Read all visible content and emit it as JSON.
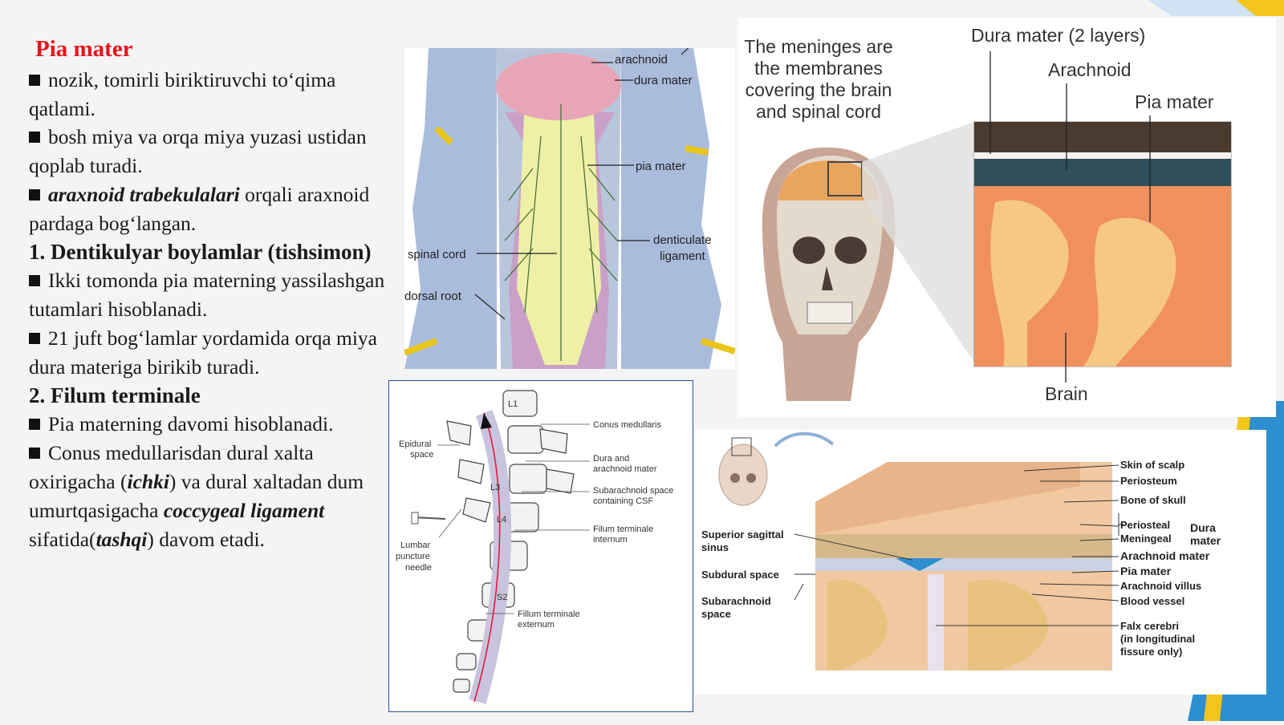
{
  "slide": {
    "title": "Pia mater",
    "p1_text": "nozik, tomirli biriktiruvchi to‘qima qatlami.",
    "p2_text": "bosh miya va orqa miya yuzasi ustidan qoplab turadi.",
    "p3_em": "araxnoid trabekulalari",
    "p3_rest": " orqali araxnoid pardaga bog‘langan.",
    "h1": "1. Dentikulyar boylamlar (tishsimon)",
    "p4_text": "Ikki tomonda pia materning yassilashgan tutamlari hisoblanadi.",
    "p5_text": "21 juft bog‘lamlar yordamida orqa miya dura materiga birikib turadi.",
    "h2": "2. Filum terminale",
    "p6_text": "Pia materning davomi hisoblanadi.",
    "p7_a": "Conus medullarisdan dural xalta oxirigacha (",
    "p7_em1": "ichki",
    "p7_b": ") va dural xaltadan dum umurtqasigacha ",
    "p7_em2": "coccygeal ligament",
    "p7_c": " sifatida(",
    "p7_em3": "tashqi",
    "p7_d": ") davom etadi."
  },
  "fig_spinal": {
    "arachnoid": "arachnoid",
    "dura_mater": "dura mater",
    "pia_mater": "pia mater",
    "spinal_cord": "spinal cord",
    "denticulate_1": "denticulate",
    "denticulate_2": "ligament",
    "dorsal_root": "dorsal root"
  },
  "fig_lumbar": {
    "l1": "L1",
    "l3": "L3",
    "l4": "L4",
    "s2": "S2",
    "conus": "Conus medullaris",
    "dura_1": "Dura and",
    "dura_2": "arachnoid mater",
    "sub_1": "Subarachnoid space",
    "sub_2": "containing CSF",
    "fti_1": "Filum terminale",
    "fti_2": "internum",
    "fte_1": "Fillum terminale",
    "fte_2": "externum",
    "epi_1": "Epidural",
    "epi_2": "space",
    "lp_1": "Lumbar",
    "lp_2": "puncture",
    "lp_3": "needle"
  },
  "fig_head": {
    "caption_1": "The meninges are",
    "caption_2": "the membranes",
    "caption_3": "covering the brain",
    "caption_4": "and spinal cord",
    "dura": "Dura mater (2 layers)",
    "arachnoid": "Arachnoid",
    "pia": "Pia mater",
    "brain": "Brain"
  },
  "fig_section": {
    "scalp": "Skin of scalp",
    "periosteum": "Periosteum",
    "bone": "Bone of skull",
    "periosteal": "Periosteal",
    "meningeal": "Meningeal",
    "dura_1": "Dura",
    "dura_2": "mater",
    "arachnoid_mater": "Arachnoid mater",
    "pia_mater": "Pia mater",
    "arachnoid_villus": "Arachnoid villus",
    "blood_vessel": "Blood vessel",
    "falx_1": "Falx cerebri",
    "falx_2": "(in longitudinal",
    "falx_3": "fissure only)",
    "sss_1": "Superior sagittal",
    "sss_2": "sinus",
    "subdural": "Subdural space",
    "subarach_1": "Subarachnoid",
    "subarach_2": "space"
  },
  "colors": {
    "title_red": "#e8131b",
    "accent_blue": "#2d8fd0",
    "accent_yellow": "#f4c51c"
  }
}
